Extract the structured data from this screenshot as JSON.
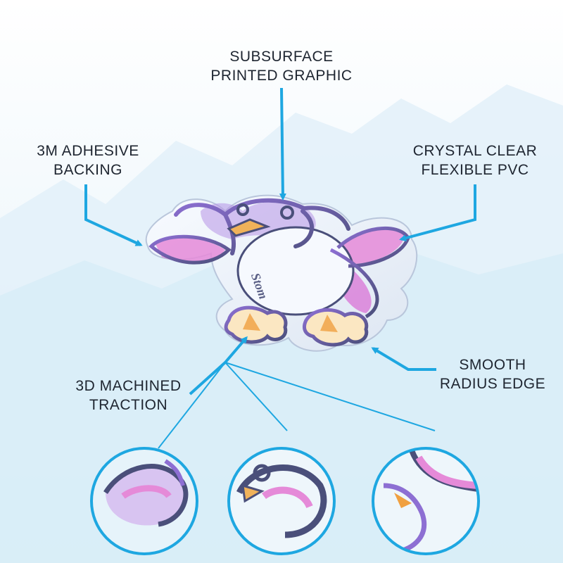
{
  "callouts": {
    "subsurface": {
      "line1": "SUBSURFACE",
      "line2": "PRINTED GRAPHIC"
    },
    "adhesive": {
      "line1": "3M ADHESIVE",
      "line2": "BACKING"
    },
    "pvc": {
      "line1": "CRYSTAL CLEAR",
      "line2": "FLEXIBLE PVC"
    },
    "radius": {
      "line1": "SMOOTH",
      "line2": "RADIUS EDGE"
    },
    "traction": {
      "line1": "3D MACHINED",
      "line2": "TRACTION"
    }
  },
  "pad_imprint": "Stom",
  "colors": {
    "arrow": "#1ea7e1",
    "outline": "#4a4f7a",
    "pink": "#e58ad8",
    "violet": "#8d6fd3",
    "orange": "#f0a040",
    "background_top": "#ffffff",
    "background_bottom": "#cfe9f6"
  }
}
